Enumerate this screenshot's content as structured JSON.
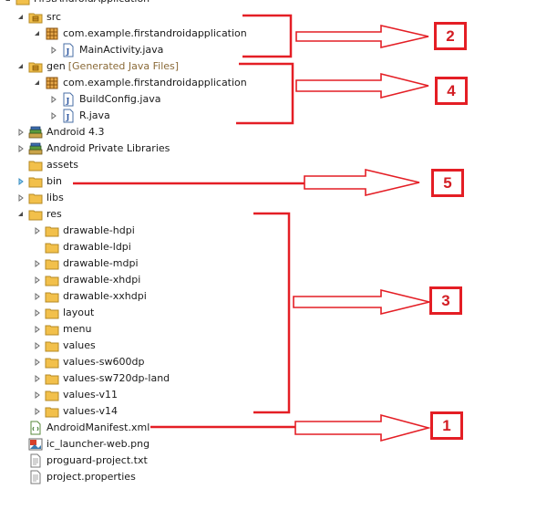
{
  "colors": {
    "annotation_red": "#e41e25",
    "folder_yellow": "#f2c04b",
    "tree_text": "#1a1a1a",
    "decorator_text": "#8a6a38"
  },
  "tree": {
    "project": {
      "label": "FirstAndroidApplication",
      "icon": "android-project-icon"
    },
    "src": {
      "label": "src",
      "icon": "source-folder-icon"
    },
    "src_package": {
      "label": "com.example.firstandroidapplication",
      "icon": "package-icon"
    },
    "main_activity": {
      "label": "MainActivity.java",
      "icon": "java-file-icon"
    },
    "gen": {
      "label": "gen",
      "decorator": "[Generated Java Files]",
      "icon": "source-folder-icon"
    },
    "gen_package": {
      "label": "com.example.firstandroidapplication",
      "icon": "package-icon"
    },
    "build_config": {
      "label": "BuildConfig.java",
      "icon": "java-file-icon"
    },
    "r_java": {
      "label": "R.java",
      "icon": "java-file-icon"
    },
    "android_lib": {
      "label": "Android 4.3",
      "icon": "library-icon"
    },
    "private_libs": {
      "label": "Android Private Libraries",
      "icon": "library-icon"
    },
    "assets": {
      "label": "assets",
      "icon": "folder-icon"
    },
    "bin": {
      "label": "bin",
      "icon": "folder-icon"
    },
    "libs": {
      "label": "libs",
      "icon": "folder-icon"
    },
    "res": {
      "label": "res",
      "icon": "folder-icon"
    },
    "res_children": [
      {
        "label": "drawable-hdpi",
        "expandable": true
      },
      {
        "label": "drawable-ldpi",
        "expandable": false
      },
      {
        "label": "drawable-mdpi",
        "expandable": true
      },
      {
        "label": "drawable-xhdpi",
        "expandable": true
      },
      {
        "label": "drawable-xxhdpi",
        "expandable": true
      },
      {
        "label": "layout",
        "expandable": true
      },
      {
        "label": "menu",
        "expandable": true
      },
      {
        "label": "values",
        "expandable": true
      },
      {
        "label": "values-sw600dp",
        "expandable": true
      },
      {
        "label": "values-sw720dp-land",
        "expandable": true
      },
      {
        "label": "values-v11",
        "expandable": true
      },
      {
        "label": "values-v14",
        "expandable": true
      }
    ],
    "manifest": {
      "label": "AndroidManifest.xml",
      "icon": "xml-file-icon"
    },
    "launcher_png": {
      "label": "ic_launcher-web.png",
      "icon": "image-file-icon"
    },
    "proguard": {
      "label": "proguard-project.txt",
      "icon": "text-file-icon"
    },
    "project_props": {
      "label": "project.properties",
      "icon": "text-file-icon"
    }
  },
  "annotations": {
    "badge_1": "1",
    "badge_2": "2",
    "badge_3": "3",
    "badge_4": "4",
    "badge_5": "5"
  }
}
